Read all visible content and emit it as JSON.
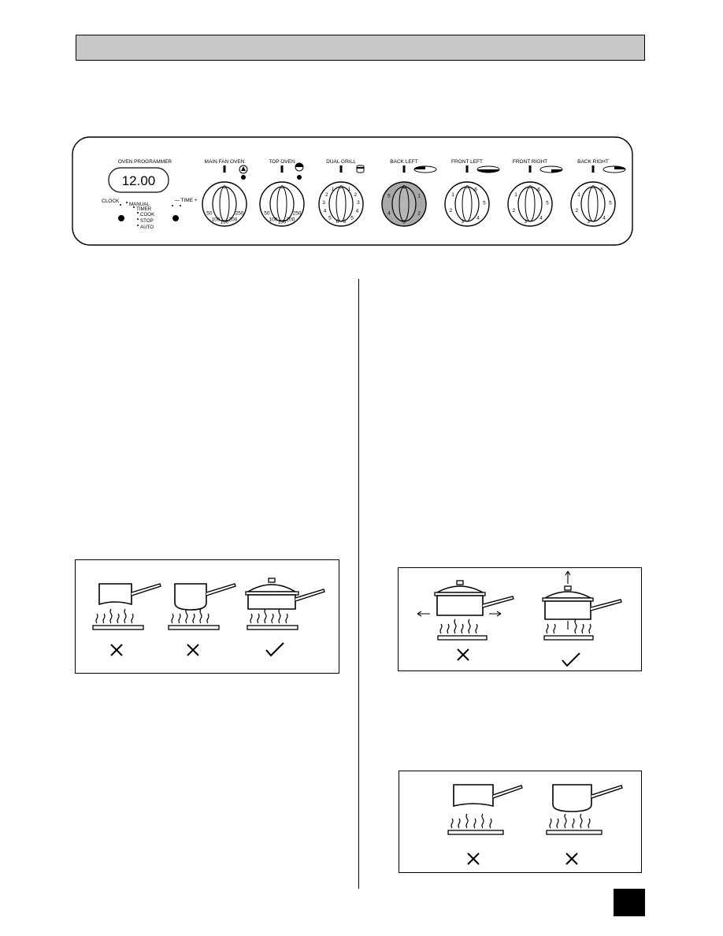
{
  "header": {
    "title": ""
  },
  "control_panel": {
    "programmer": {
      "title": "OVEN PROGRAMMER",
      "display": "12.00",
      "clock_label": "CLOCK",
      "time_label": "— TIME +",
      "modes": [
        "MANUAL",
        "TIMER",
        "COOK",
        "STOP",
        "AUTO"
      ]
    },
    "knobs": [
      {
        "label": "MAIN FAN OVEN",
        "icon": "fan-icon",
        "highlighted": false,
        "marks": [
          "0",
          "50",
          "100",
          "150",
          "200",
          "250"
        ]
      },
      {
        "label": "TOP OVEN",
        "icon": "top-oven-icon",
        "highlighted": false,
        "marks": [
          "0",
          "50",
          "100",
          "150",
          "200",
          "250"
        ]
      },
      {
        "label": "DUAL GRILL",
        "icon": "grill-icon",
        "highlighted": false,
        "marks": [
          "0",
          "1",
          "2",
          "3",
          "4",
          "5",
          "6",
          "1",
          "2",
          "3",
          "4",
          "5",
          "6"
        ]
      },
      {
        "label": "BACK LEFT",
        "icon": "hotplate-back-left-icon",
        "highlighted": true,
        "marks": [
          "0",
          "1",
          "2",
          "3",
          "4",
          "5",
          "0"
        ]
      },
      {
        "label": "FRONT LEFT",
        "icon": "hotplate-front-left-icon",
        "highlighted": false,
        "marks": [
          "0",
          "1",
          "2",
          "3",
          "4",
          "5",
          "6"
        ]
      },
      {
        "label": "FRONT RIGHT",
        "icon": "hotplate-front-right-icon",
        "highlighted": false,
        "marks": [
          "0",
          "1",
          "2",
          "3",
          "4",
          "5",
          "6"
        ]
      },
      {
        "label": "BACK RIGHT",
        "icon": "hotplate-back-right-icon",
        "highlighted": false,
        "marks": [
          "0",
          "1",
          "2",
          "3",
          "4",
          "5",
          "6"
        ]
      }
    ]
  },
  "illustrations": {
    "pans_on_plate": {
      "marks": [
        "cross-icon",
        "cross-icon",
        "tick-icon"
      ]
    },
    "pan_overhang": {
      "marks": [
        "cross-icon",
        "tick-icon"
      ]
    },
    "uneven_pans": {
      "marks": [
        "cross-icon",
        "cross-icon"
      ]
    }
  },
  "page_number": ""
}
